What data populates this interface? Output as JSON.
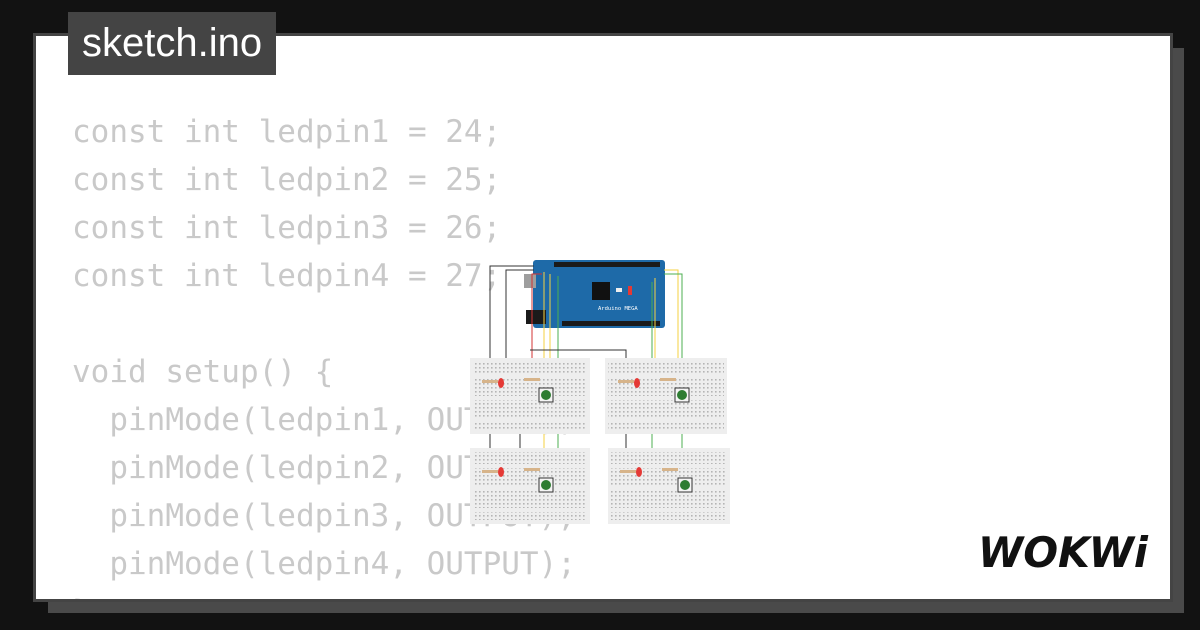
{
  "file_tab": {
    "label": "sketch.ino"
  },
  "code": {
    "lines": [
      "const int ledpin1 = 24;",
      "const int ledpin2 = 25;",
      "const int ledpin3 = 26;",
      "const int ledpin4 = 27;",
      "",
      "void setup() {",
      "  pinMode(ledpin1, OUTPUT);",
      "  pinMode(ledpin2, OUTPUT);",
      "  pinMode(ledpin3, OUTPUT);",
      "  pinMode(ledpin4, OUTPUT);",
      "}"
    ]
  },
  "board": {
    "label": "Arduino MEGA"
  },
  "brand": {
    "logo_text": "WOKWi"
  },
  "colors": {
    "background": "#121212",
    "card": "#ffffff",
    "tab": "#444444",
    "code_text": "#c9c9c9",
    "board": "#1e6aa8",
    "breadboard": "#eeeeee",
    "led": "#e53935",
    "button": "#2e7d32"
  },
  "icons": [
    "arduino-mega-board",
    "breadboard",
    "led",
    "pushbutton",
    "resistor",
    "wokwi-logo"
  ]
}
